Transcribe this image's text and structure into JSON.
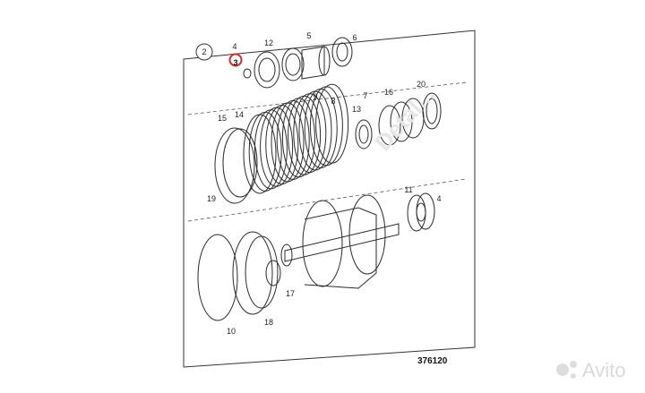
{
  "diagram": {
    "group_number": "2",
    "reference_number": "376120",
    "highlighted_callout": "3",
    "highlight_color": "#d62828",
    "callouts": [
      "4",
      "3",
      "12",
      "5",
      "6",
      "9",
      "8",
      "7",
      "16",
      "20",
      "15",
      "14",
      "13",
      "19",
      "11",
      "4",
      "10",
      "18",
      "17"
    ]
  },
  "watermark": {
    "brand": "Avito",
    "diagonal_text": "Detal..."
  }
}
